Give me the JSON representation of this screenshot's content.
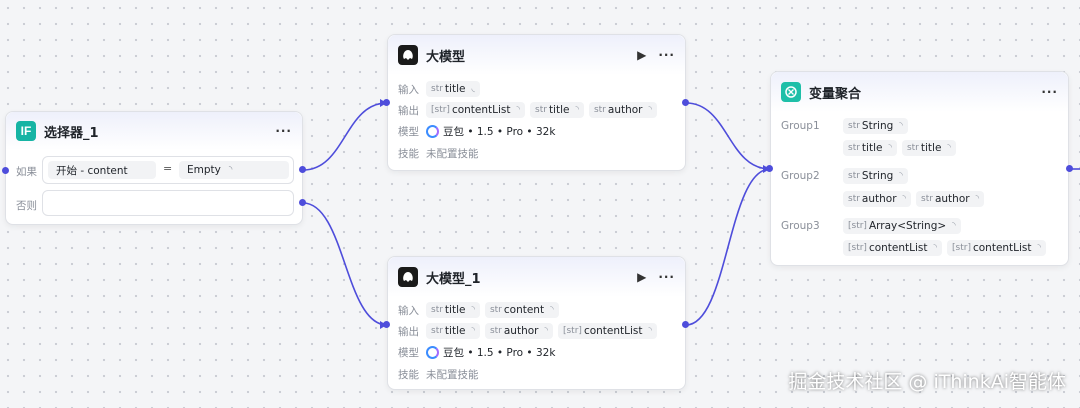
{
  "selector": {
    "title": "选择器_1",
    "icon_text": "IF",
    "if_label": "如果",
    "else_label": "否则",
    "cond_left": "开始 - content",
    "cond_op": "=",
    "cond_right": "Empty"
  },
  "llm1": {
    "title": "大模型",
    "input_label": "输入",
    "output_label": "输出",
    "model_label": "模型",
    "skill_label": "技能",
    "inputs": [
      {
        "type": "str",
        "name": "title"
      }
    ],
    "outputs": [
      {
        "type": "[str]",
        "name": "contentList"
      },
      {
        "type": "str",
        "name": "title"
      },
      {
        "type": "str",
        "name": "author"
      }
    ],
    "model": "豆包 • 1.5 • Pro • 32k",
    "skill": "未配置技能"
  },
  "llm2": {
    "title": "大模型_1",
    "input_label": "输入",
    "output_label": "输出",
    "model_label": "模型",
    "skill_label": "技能",
    "inputs": [
      {
        "type": "str",
        "name": "title"
      },
      {
        "type": "str",
        "name": "content"
      }
    ],
    "outputs": [
      {
        "type": "str",
        "name": "title"
      },
      {
        "type": "str",
        "name": "author"
      },
      {
        "type": "[str]",
        "name": "contentList"
      }
    ],
    "model": "豆包 • 1.5 • Pro • 32k",
    "skill": "未配置技能"
  },
  "agg": {
    "title": "变量聚合",
    "group1_label": "Group1",
    "group1_type": "String",
    "group1_vars": [
      "title",
      "title"
    ],
    "group2_label": "Group2",
    "group2_type": "String",
    "group2_vars": [
      "author",
      "author"
    ],
    "group3_label": "Group3",
    "group3_type": "Array<String>",
    "group3_vars": [
      "contentList",
      "contentList"
    ]
  },
  "watermark": "掘金技术社区 @ iThinkAi智能体",
  "colors": {
    "edge": "#4e4ddb",
    "port": "#4e4ddb",
    "if_icon": "#16b4a4",
    "agg_icon": "#1fbfa8"
  }
}
